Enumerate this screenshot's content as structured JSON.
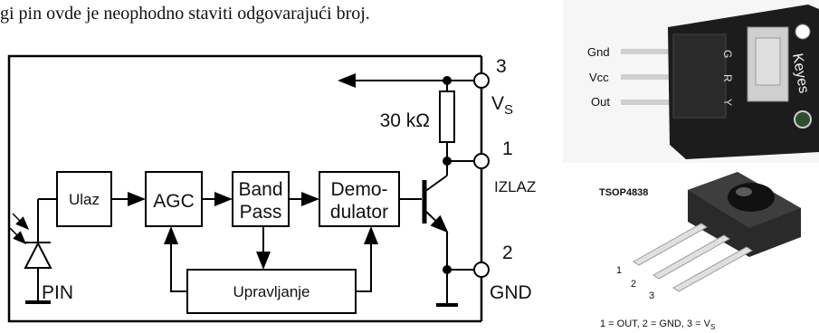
{
  "heading_text": "gi pin ovde je neophodno staviti odgovarajući broj.",
  "block_diagram": {
    "blocks": {
      "input": "Ulaz",
      "agc": "AGC",
      "bandpass_line1": "Band",
      "bandpass_line2": "Pass",
      "demod_line1": "Demo-",
      "demod_line2": "dulator",
      "control": "Upravljanje"
    },
    "pins": {
      "pin3_number": "3",
      "pin3_label": "V",
      "pin3_label_sub": "S",
      "pin1_number": "1",
      "pin1_label": "IZLAZ",
      "pin2_number": "2",
      "pin2_label": "GND"
    },
    "resistor_label": "30 kΩ",
    "photodiode_label": "PIN"
  },
  "module_photo": {
    "pin_labels": [
      "Gnd",
      "Vcc",
      "Out"
    ],
    "board_pin_marks": [
      "G",
      "R",
      "Y"
    ],
    "brand": "Keyes"
  },
  "tsop_photo": {
    "title": "TSOP4838",
    "pin_numbers": [
      "1",
      "2",
      "3"
    ],
    "caption_prefix": "1 = OUT, 2 = GND, 3 = V",
    "caption_sub": "S"
  }
}
